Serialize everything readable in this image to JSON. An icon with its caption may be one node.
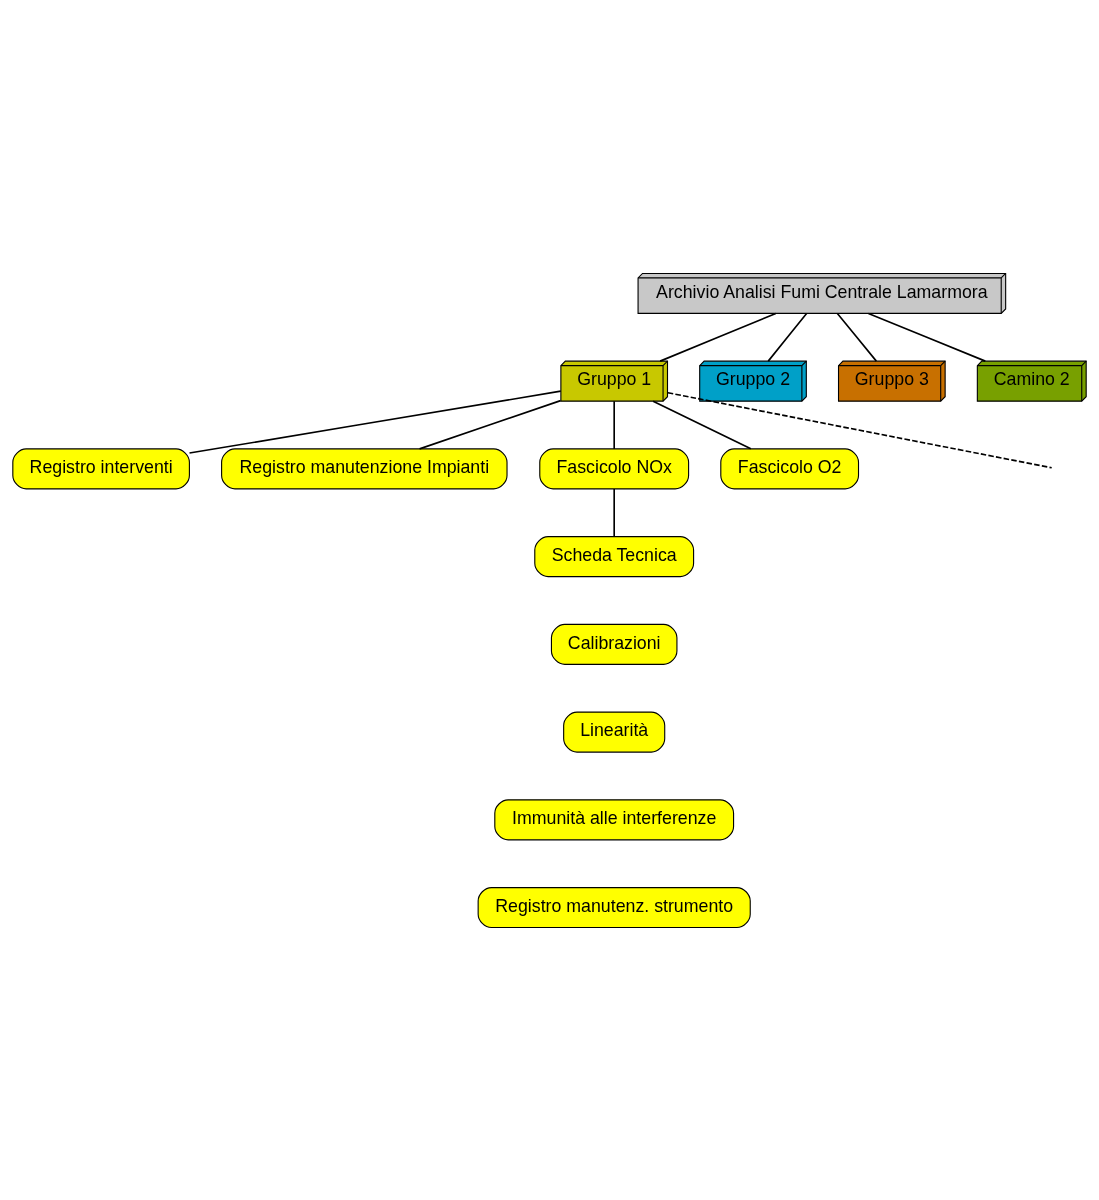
{
  "diagram": {
    "nodes": [
      {
        "text": [
          "Archivio Analisi Fumi Centrale Lamarmora"
        ]
      },
      {
        "text": [
          "Gruppo 1"
        ]
      },
      {
        "text": [
          "Gruppo 2"
        ]
      },
      {
        "text": [
          "Gruppo 3"
        ]
      },
      {
        "text": [
          "Camino 2"
        ]
      },
      {
        "text": [
          "Registro interventi"
        ]
      },
      {
        "text": [
          "Registro manutenzione Impianti"
        ]
      },
      {
        "text": [
          "Fascicolo NOx"
        ]
      },
      {
        "text": [
          "Fascicolo O2"
        ]
      },
      {
        "text": [
          "Scheda Tecnica"
        ]
      },
      {
        "text": [
          "Calibrazioni"
        ]
      },
      {
        "text": [
          "Linearità"
        ]
      },
      {
        "text": [
          "Immunità alle interferenze"
        ]
      },
      {
        "text": [
          "Registro manutenz. strumento"
        ]
      }
    ],
    "edges": [
      {
        "from": 0,
        "to": 1,
        "arrow": "none"
      },
      {
        "from": 0,
        "to": 2,
        "arrow": "none"
      },
      {
        "from": 0,
        "to": 3,
        "arrow": "none"
      },
      {
        "from": 0,
        "to": 4,
        "arrow": "none"
      },
      {
        "from": 1,
        "to": 5,
        "arrow": "none"
      },
      {
        "from": 1,
        "to": 6,
        "arrow": "none"
      },
      {
        "from": 1,
        "to": 7,
        "arrow": "none"
      },
      {
        "from": 1,
        "to": 8,
        "arrow": "none"
      },
      {
        "from": 1,
        "to": null,
        "arrow": "none",
        "style": "dashed"
      },
      {
        "from": 7,
        "to": 9,
        "arrow": "none"
      }
    ]
  }
}
